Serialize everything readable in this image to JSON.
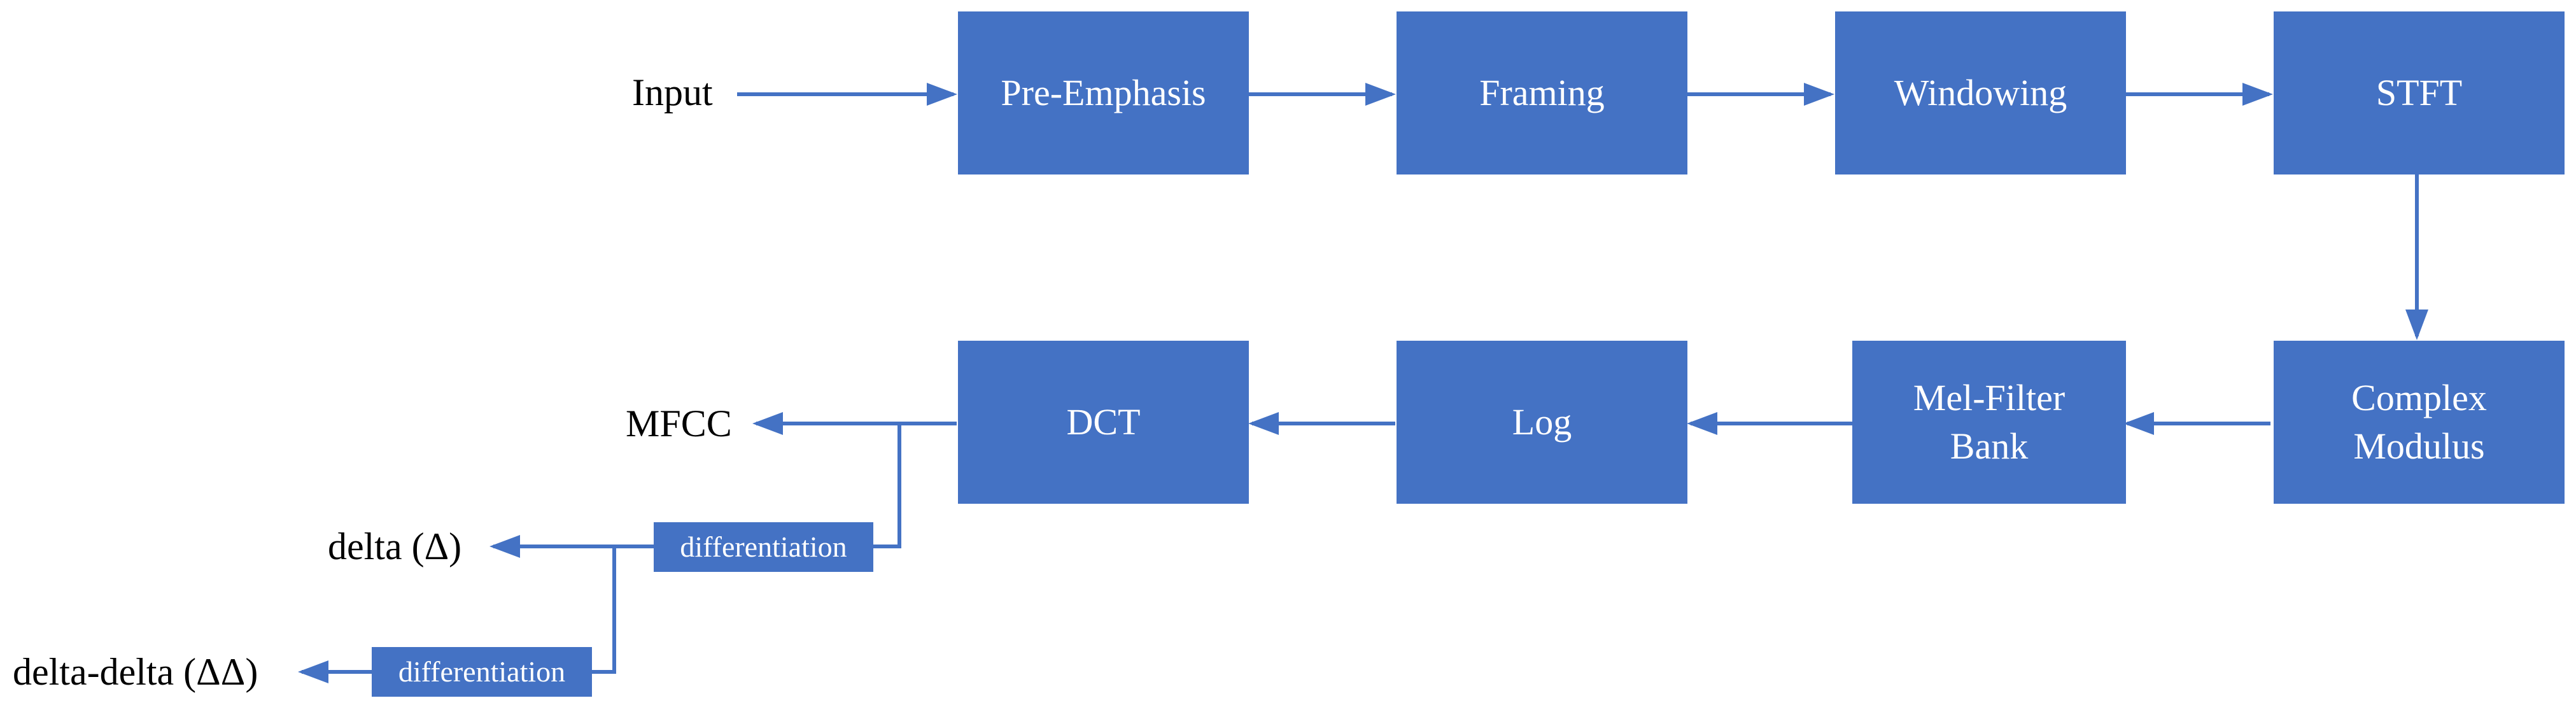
{
  "colors": {
    "block": "#4472C4",
    "block_text": "#FFFFFF",
    "arrow": "#4472C4",
    "label": "#000000"
  },
  "labels": {
    "input": "Input",
    "mfcc": "MFCC",
    "delta": "delta (Δ)",
    "delta_delta": "delta-delta (ΔΔ)"
  },
  "blocks": {
    "pre_emphasis": "Pre-Emphasis",
    "framing": "Framing",
    "windowing": "Windowing",
    "stft": "STFT",
    "complex_modulus": [
      "Complex",
      "Modulus"
    ],
    "mel_filter_bank": [
      "Mel-Filter",
      "Bank"
    ],
    "log": "Log",
    "dct": "DCT",
    "differentiation_1": "differentiation",
    "differentiation_2": "differentiation"
  }
}
